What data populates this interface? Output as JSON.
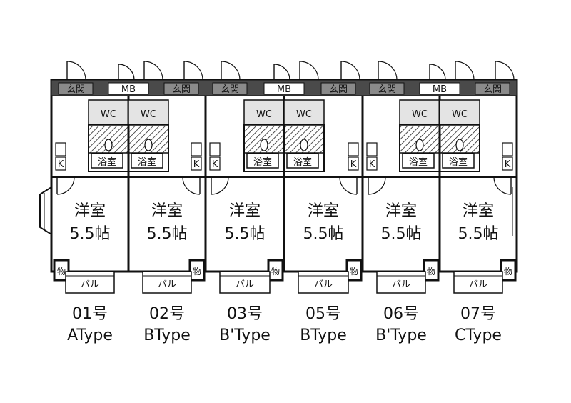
{
  "units": [
    {
      "no": "01号",
      "type": "AType",
      "room": "洋室",
      "area": "5.5帖"
    },
    {
      "no": "02号",
      "type": "BType",
      "room": "洋室",
      "area": "5.5帖"
    },
    {
      "no": "03号",
      "type": "B'Type",
      "room": "洋室",
      "area": "5.5帖"
    },
    {
      "no": "05号",
      "type": "BType",
      "room": "洋室",
      "area": "5.5帖"
    },
    {
      "no": "06号",
      "type": "B'Type",
      "room": "洋室",
      "area": "5.5帖"
    },
    {
      "no": "07号",
      "type": "CType",
      "room": "洋室",
      "area": "5.5帖"
    }
  ],
  "labels": {
    "entrance": "玄関",
    "meter_box": "MB",
    "toilet": "WC",
    "bath": "浴室",
    "kitchen": "K",
    "storage": "物",
    "balcony": "バル"
  }
}
